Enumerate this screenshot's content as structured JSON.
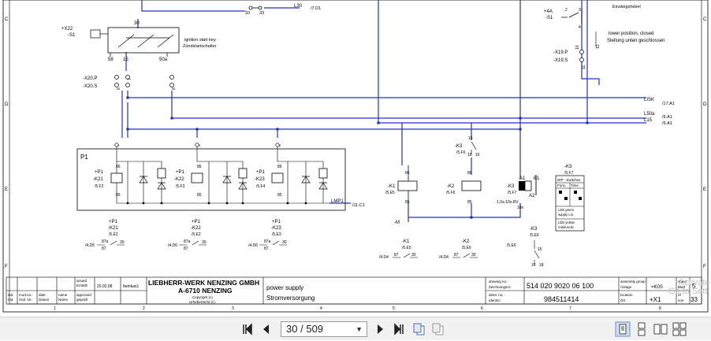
{
  "toolbar": {
    "page_current": "30",
    "page_total": "509",
    "page_separator": "/",
    "first_icon": "first-page-icon",
    "prev_icon": "prev-page-icon",
    "next_icon": "next-page-icon",
    "last_icon": "last-page-icon"
  },
  "watermark": {
    "line1": "Activate",
    "line2": "Go to Setti"
  },
  "diagram": {
    "grid_rows": [
      "C",
      "D",
      "E",
      "F"
    ],
    "grid_cols": [
      "1",
      "2",
      "3",
      "4",
      "5",
      "6",
      "7",
      "8"
    ],
    "top_refs": {
      "n33a": "33",
      "n33b": "33",
      "l30": "L30",
      "l30_ref": "/7.D1"
    },
    "s1": {
      "tag1": "+X22",
      "tag2": "-S1",
      "t30": "30",
      "t58": "58",
      "t15": "15",
      "t50a": "50a",
      "desc_en": "ignition start key",
      "desc_de": "Zündstartschalter"
    },
    "x20": {
      "p": "-X20.P",
      "s": "-X20.S",
      "pin6": "6",
      "pin7": "7",
      "pin8": "8"
    },
    "lisk": {
      "label": "LISK",
      "ref": "/17.A1"
    },
    "l50a": {
      "label": "L50a",
      "ref": "/9.A1"
    },
    "l15": {
      "label": "L15",
      "ref": "/9.A1"
    },
    "p1": {
      "label": "P1",
      "pin5": "5",
      "pin9": "9",
      "pin0": "0"
    },
    "relays": [
      {
        "plus": "+P1",
        "name": "-K21",
        "ref": "/5.F2",
        "t86": "86",
        "t85": "85"
      },
      {
        "plus": "+P1",
        "name": "-K22",
        "ref": "/5.F3",
        "t86": "86",
        "t85": "85"
      },
      {
        "plus": "+P1",
        "name": "-K23",
        "ref": "/5.F4",
        "t86": "86",
        "t85": "85"
      }
    ],
    "lmp1": {
      "label": "LMP1",
      "ref": "/11.C1"
    },
    "contacts": [
      {
        "plus": "+P1",
        "name": "-K21",
        "ref": "/5.E2",
        "side": "/4.D5",
        "c87a": "87a",
        "c87": "87",
        "c30": "30"
      },
      {
        "plus": "+P1",
        "name": "-K22",
        "ref": "/5.E2",
        "side": "/4.D6",
        "c87a": "87a",
        "c87": "87",
        "c30": "30"
      },
      {
        "plus": "+P1",
        "name": "-K23",
        "ref": "/5.E3",
        "side": "/4.D6",
        "c87a": "87a",
        "c87": "87",
        "c30": "30"
      }
    ],
    "k3_upper": {
      "name": "-K3",
      "ref": "/5.F6",
      "c15": "15",
      "c18": "18",
      "c16": "16"
    },
    "k1": {
      "name": "-K1",
      "ref": "/5.E5",
      "t86": "86",
      "t85": "85"
    },
    "k2": {
      "name": "-K2",
      "ref": "/5.F6",
      "t86": "86",
      "t85": "85"
    },
    "k3": {
      "name": "-K3",
      "ref": "/5.F7",
      "a1": "A1",
      "b1": "B1",
      "a2": "A2",
      "timer": "1,0s-10s-RV",
      "timer2": "10s"
    },
    "ground": "-M",
    "k3_box": {
      "name": "-K3",
      "ref": "/5.F7",
      "title": "DIP - Switches",
      "h1": "Func.",
      "h2": "Time",
      "led1": "LED green",
      "led1b": "supply o.k.",
      "led2": "LED yellow",
      "led2b": "relais activ"
    },
    "k1_contact": {
      "name": "-K1",
      "ref": "/5.E5",
      "side": "/4.D4",
      "c87": "87",
      "c30": "30"
    },
    "k2_contact": {
      "name": "-K2",
      "ref": "/5.E6",
      "side": "/4.D4",
      "c87": "87",
      "c30": "30"
    },
    "k3_contact": {
      "name": "-K3",
      "ref": "/5.E6",
      "side": "/5.E6",
      "c15": "15",
      "c16": "16",
      "c18": "18"
    },
    "s1_right": {
      "tag1": "+4A",
      "tag2": "-S1",
      "pin2": "2",
      "pin3": "3",
      "pin4": "4",
      "desc_de_top": "Einstiegshebel",
      "desc_en": "lower position, closed",
      "desc_de": "Stellung unten geschlossen"
    },
    "x19": {
      "p": "-X19.P",
      "s": "-X19.S",
      "pin10": "10",
      "pin11": "11",
      "pin12": "12"
    }
  },
  "titleblock": {
    "ind1": "ind.",
    "ind2": "Ind.",
    "mod1": "mod.no.:",
    "mod2": "Änd. Nr.:",
    "date1": "date",
    "date2": "Datum",
    "name1": "name",
    "name2": "Name",
    "issued": "issued",
    "issued2": "Erstellt",
    "approved": "approved",
    "approved2": "geprüft",
    "date_val": "20.02.08",
    "name_val": "Itemkas1",
    "company1": "LIEBHERR-WERK NENZING GMBH",
    "company2": "A-6710 NENZING",
    "copy1": "Copyright (c)",
    "copy2": "Urheberrecht (c)",
    "title_en": "power supply",
    "title_de": "Stromversorgung",
    "drawing_lbl": "drawing no.:",
    "drawing_lbl2": "Zeichnungsnr.:",
    "drawing_no": "514 020 9020 06 100",
    "ident_lbl": "ident. no.:",
    "ident_lbl2": "Identnr.:",
    "ident_no": "984511414",
    "asm_lbl": "assembly group",
    "asm_lbl2": "Anlage",
    "asm_val": "=K0S",
    "loc_lbl": "location",
    "loc_lbl2": "Ort",
    "loc_val": "+X1",
    "sheet_lbl": "sheet",
    "sheet_lbl2": "Blatt",
    "sheet_val": "5",
    "of_lbl": "of",
    "of_lbl2": "von",
    "of_val": "33"
  }
}
